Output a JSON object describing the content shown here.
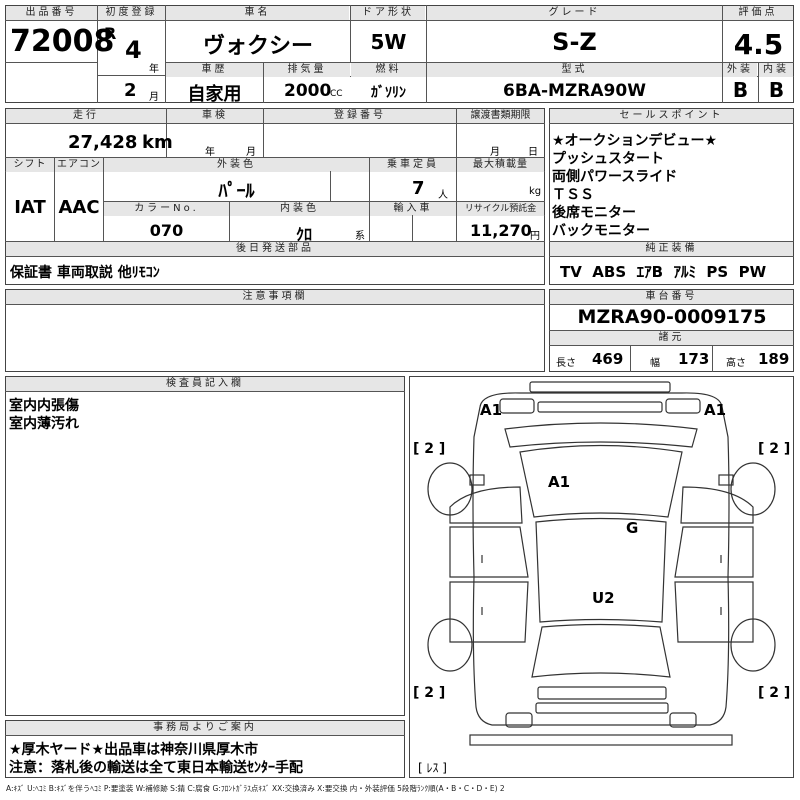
{
  "header": {
    "lot_label": "出品番号",
    "lot": "72008",
    "first_reg_label": "初度登録",
    "era": "R",
    "year": "4",
    "year_unit": "年",
    "month": "2",
    "month_unit": "月",
    "car_name_label": "車名",
    "car_name": "ヴォクシー",
    "door_label": "ドア形状",
    "door": "5W",
    "grade_label": "グレード",
    "grade": "S-Z",
    "score_label": "評価点",
    "score": "4.5",
    "history_label": "車歴",
    "history": "自家用",
    "displacement_label": "排気量",
    "displacement": "2000",
    "cc": "CC",
    "fuel_label": "燃料",
    "fuel": "ｶﾞｿﾘﾝ",
    "model_label": "型式",
    "model": "6BA-MZRA90W",
    "exterior_label": "外装",
    "exterior": "B",
    "interior_label": "内装",
    "interior": "B"
  },
  "row2": {
    "mileage_label": "走行",
    "mileage": "27,428",
    "mileage_unit": "km",
    "inspection_label": "車検",
    "insp_year_unit": "年",
    "insp_month_unit": "月",
    "reg_no_label": "登録番号",
    "transfer_label": "譲渡書類期限",
    "transfer_month_unit": "月",
    "transfer_day_unit": "日",
    "shift_label": "シフト",
    "shift": "IAT",
    "ac_label": "エアコン",
    "ac": "AAC",
    "ext_color_label": "外装色",
    "ext_color": "ﾊﾟｰﾙ",
    "capacity_label": "乗車定員",
    "capacity": "7",
    "capacity_unit": "人",
    "max_load_label": "最大積載量",
    "max_load_unit": "kg",
    "color_no_label": "カラーNo.",
    "color_no": "070",
    "int_color_label": "内装色",
    "int_color": "ｸﾛ",
    "int_color_unit": "系",
    "import_label": "輸入車",
    "recycle_label": "リサイクル預託金",
    "recycle": "11,270",
    "recycle_unit": "円",
    "later_parts_label": "後日発送部品",
    "later_parts": "保証書 車両取説 他ﾘﾓｺﾝ"
  },
  "sales_points": {
    "label": "セールスポイント",
    "items": [
      "★オークションデビュー★",
      "プッシュスタート",
      "両側パワースライド",
      "ＴＳＳ",
      "後席モニター",
      "バックモニター"
    ]
  },
  "equipment": {
    "label": "純正装備",
    "value": "TV  ABS  ｴｱB  ｱﾙﾐ  PS  PW"
  },
  "notes": {
    "label": "注意事項欄"
  },
  "chassis": {
    "label": "車台番号",
    "value": "MZRA90-0009175",
    "dims_label": "諸元",
    "length_label": "長さ",
    "length": "469",
    "width_label": "幅",
    "width": "173",
    "height_label": "高さ",
    "height": "189"
  },
  "inspector": {
    "label": "検査員記入欄",
    "lines": [
      "室内内張傷",
      "室内薄汚れ"
    ]
  },
  "office": {
    "label": "事務局よりご案内",
    "lines": [
      "★厚木ヤード★出品車は神奈川県厚木市",
      "注意：落札後の輸送は全て東日本輸送ｾﾝﾀｰ手配"
    ]
  },
  "diagram": {
    "marks": [
      "A1",
      "A1",
      "A1",
      "G",
      "U2"
    ],
    "tires": [
      "[ 2 ]",
      "[ 2 ]",
      "[ 2 ]",
      "[ 2 ]"
    ],
    "spare": "[ ﾚｽ ]"
  },
  "legend": "A:ｷｽﾞ  U:ﾍｺﾐ  B:ｷｽﾞを伴うﾍｺﾐ  P:要塗装  W:補修跡  S:錆  C:腐食  G:ﾌﾛﾝﾄｶﾞﾗｽ点ｷｽﾞ  XX:交換済み  X:要交換   内・外装評価  5段階ﾗﾝｸ順(A・B・C・D・E) 2"
}
